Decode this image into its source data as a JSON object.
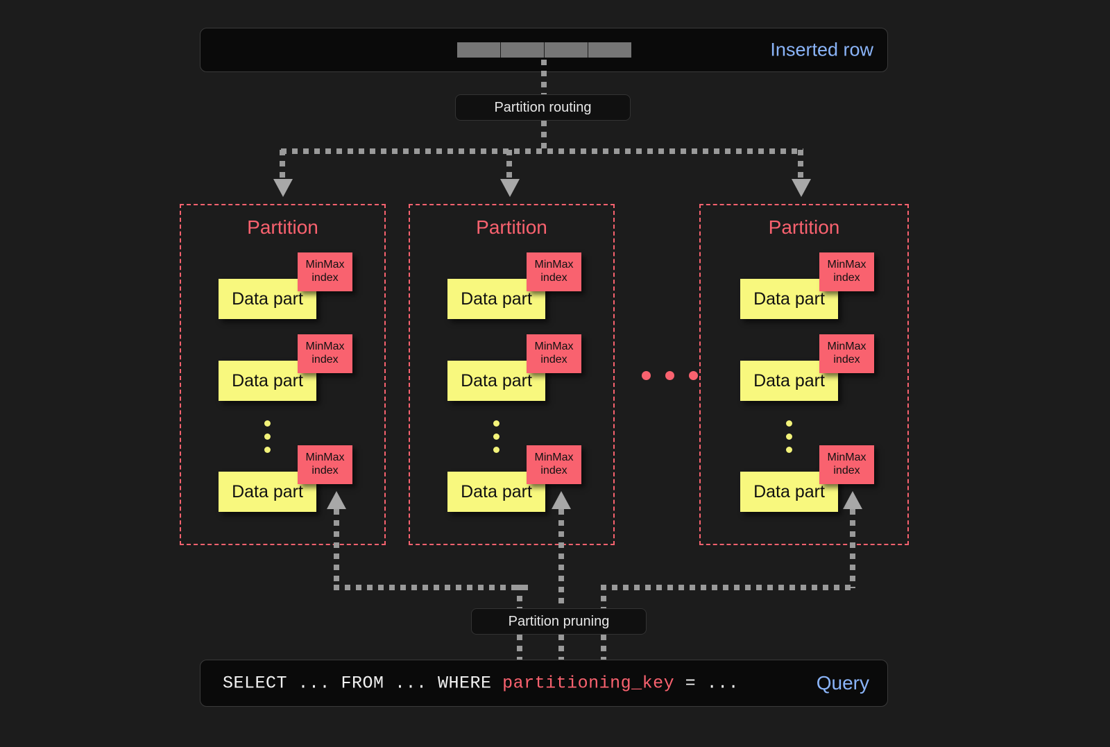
{
  "diagram": {
    "background_color": "#1c1c1c",
    "accent_red": "#f9626f",
    "accent_blue": "#8ab4f8",
    "accent_yellow": "#f8f87e",
    "connector_color": "#9a9a9a"
  },
  "inserted_row": {
    "label": "Inserted row",
    "cells": [
      "",
      "",
      "",
      ""
    ]
  },
  "steps": {
    "routing_label": "Partition routing",
    "pruning_label": "Partition pruning"
  },
  "partitions": [
    {
      "title": "Partition",
      "parts": [
        {
          "part_label": "Data part",
          "index_line1": "MinMax",
          "index_line2": "index"
        },
        {
          "part_label": "Data part",
          "index_line1": "MinMax",
          "index_line2": "index"
        },
        {
          "part_label": "Data part",
          "index_line1": "MinMax",
          "index_line2": "index"
        }
      ],
      "ellipsis_dots": 3
    },
    {
      "title": "Partition",
      "parts": [
        {
          "part_label": "Data part",
          "index_line1": "MinMax",
          "index_line2": "index"
        },
        {
          "part_label": "Data part",
          "index_line1": "MinMax",
          "index_line2": "index"
        },
        {
          "part_label": "Data part",
          "index_line1": "MinMax",
          "index_line2": "index"
        }
      ],
      "ellipsis_dots": 3
    },
    {
      "title": "Partition",
      "parts": [
        {
          "part_label": "Data part",
          "index_line1": "MinMax",
          "index_line2": "index"
        },
        {
          "part_label": "Data part",
          "index_line1": "MinMax",
          "index_line2": "index"
        },
        {
          "part_label": "Data part",
          "index_line1": "MinMax",
          "index_line2": "index"
        }
      ],
      "ellipsis_dots": 3
    }
  ],
  "partitions_ellipsis_dots": 3,
  "query": {
    "prefix": "SELECT ... FROM ... WHERE ",
    "key": "partitioning_key",
    "suffix": " = ...",
    "label": "Query"
  }
}
